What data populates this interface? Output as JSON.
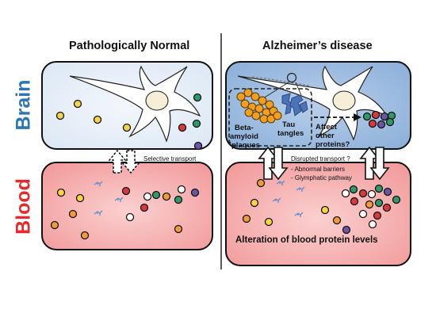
{
  "headings": {
    "normal": "Pathologically Normal",
    "alzheimer": "Alzheimer’s disease"
  },
  "side_labels": {
    "brain": "Brain",
    "blood": "Blood"
  },
  "colors": {
    "brain_normal": "#e6eef8",
    "brain_ad": "#94b5dd",
    "blood": "#f5a4a4",
    "brain_label": "#2e75b6",
    "blood_label": "#e8292c",
    "beta_amyloid": "#f0a01e",
    "tau": "#4a74b8",
    "protein_yellow": "#f6d442",
    "protein_orange": "#f59b35",
    "protein_green": "#2e9a6a",
    "protein_red": "#d63b3b",
    "protein_purple": "#6d55a6"
  },
  "annotations": {
    "selective_transport": "Selective transport",
    "disrupted_transport": "Disrupted transport ?",
    "abnormal_barriers": "- Abnormal barriers",
    "glymphatic_pathway": "- Glymphatic pathway",
    "beta_amyloid_line1": "Beta-",
    "beta_amyloid_line2": "amyloid",
    "beta_amyloid_line3": "plaques",
    "tau_line1": "Tau",
    "tau_line2": "tangles",
    "affect_line1": "Affect",
    "affect_line2": "other",
    "affect_line3": "proteins?",
    "alteration": "Alteration of blood protein levels"
  },
  "icons": [
    "neuron-icon",
    "antibody-icon",
    "protein-dot-icon",
    "arrow-icon",
    "magnifier-icon"
  ]
}
